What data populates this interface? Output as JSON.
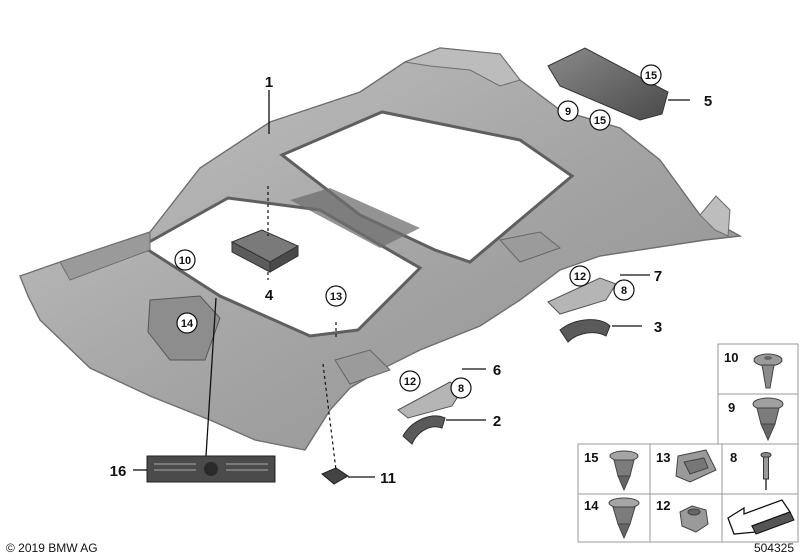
{
  "callouts": {
    "c1": "1",
    "c2": "2",
    "c3": "3",
    "c4": "4",
    "c5": "5",
    "c6": "6",
    "c7": "7",
    "c11": "11",
    "c16": "16"
  },
  "bubbles": {
    "b9": "9",
    "b15a": "15",
    "b15b": "15",
    "b10": "10",
    "b14": "14",
    "b13": "13",
    "b12a": "12",
    "b8a": "8",
    "b12b": "12",
    "b8b": "8"
  },
  "grid": {
    "g10": "10",
    "g9": "9",
    "g15": "15",
    "g13": "13",
    "g8": "8",
    "g14": "14",
    "g12": "12"
  },
  "footer": {
    "copyright": "© 2019 BMW AG",
    "diagram_number": "504325"
  },
  "colors": {
    "headliner": "#a9a9a9",
    "headliner_dark": "#7d7d7d",
    "parts_dark": "#555555",
    "cell_bg": "#ececec"
  }
}
